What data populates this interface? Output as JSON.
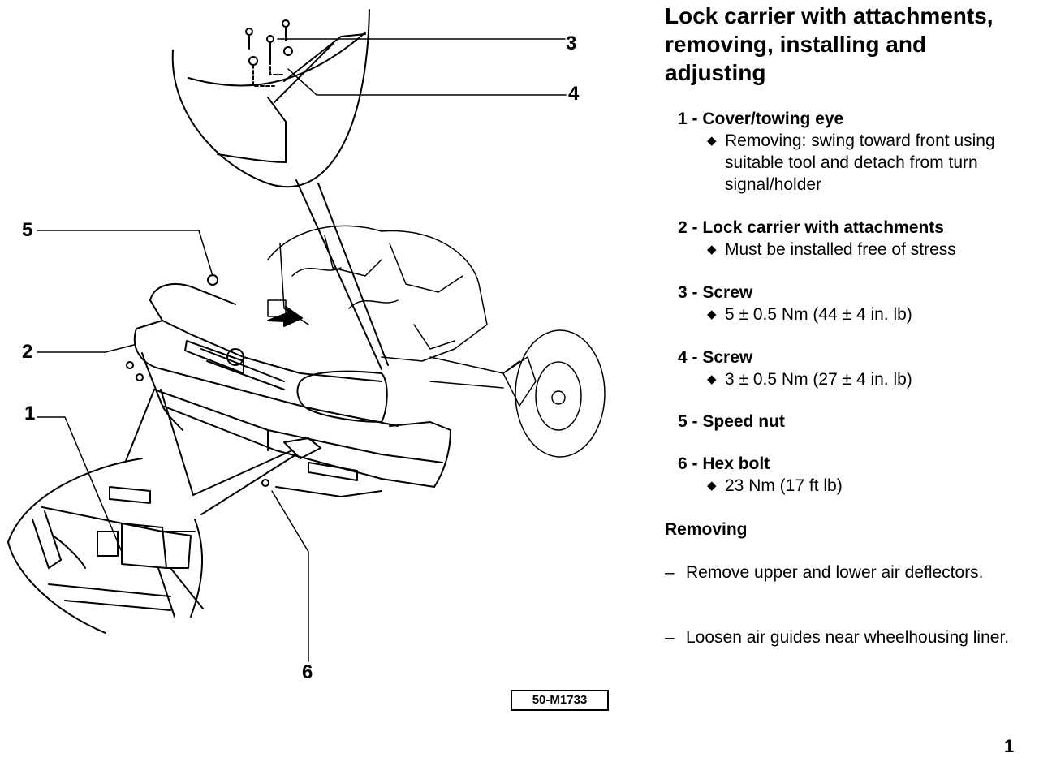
{
  "page": {
    "title": "Lock carrier with attachments, removing, installing and adjusting",
    "page_number": "1"
  },
  "figure": {
    "id_label": "50-M1733",
    "callouts": [
      "1",
      "2",
      "3",
      "4",
      "5",
      "6"
    ]
  },
  "items": [
    {
      "num": "1",
      "name": "Cover/towing eye",
      "notes": [
        "Removing: swing toward front using suitable tool and detach from turn signal/holder"
      ]
    },
    {
      "num": "2",
      "name": "Lock carrier with attachments",
      "notes": [
        "Must be installed free of stress"
      ]
    },
    {
      "num": "3",
      "name": "Screw",
      "notes": [
        "5 ± 0.5 Nm (44 ± 4 in. lb)"
      ]
    },
    {
      "num": "4",
      "name": "Screw",
      "notes": [
        "3 ± 0.5 Nm (27 ± 4 in. lb)"
      ]
    },
    {
      "num": "5",
      "name": "Speed nut",
      "notes": []
    },
    {
      "num": "6",
      "name": "Hex bolt",
      "notes": [
        "23 Nm (17 ft lb)"
      ]
    }
  ],
  "removing": {
    "heading": "Removing",
    "steps": [
      "Remove upper and lower air deflectors.",
      "Loosen air guides near wheelhousing liner."
    ]
  },
  "icons": {
    "bullet": "diamond-bullet-icon"
  }
}
